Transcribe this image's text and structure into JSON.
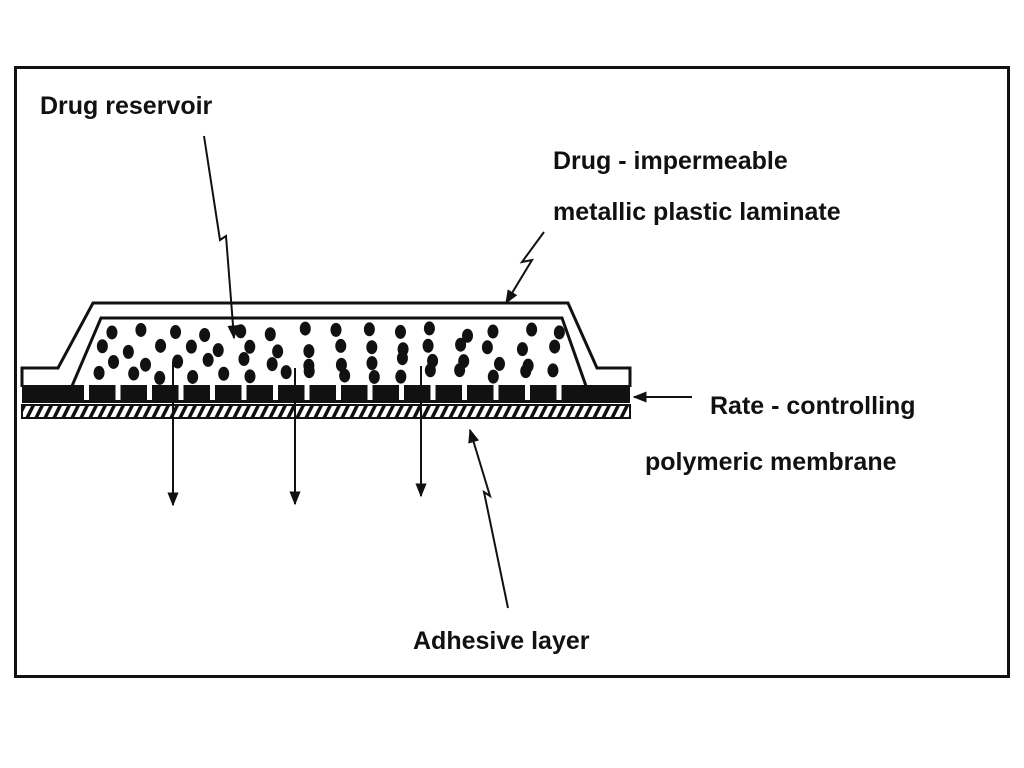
{
  "diagram": {
    "labels": {
      "drug_reservoir": "Drug reservoir",
      "laminate_line1": "Drug - impermeable",
      "laminate_line2": "metallic plastic laminate",
      "membrane_line1": "Rate - controlling",
      "membrane_line2": "polymeric membrane",
      "adhesive": "Adhesive layer"
    },
    "colors": {
      "ink": "#111111",
      "background": "#ffffff"
    }
  }
}
